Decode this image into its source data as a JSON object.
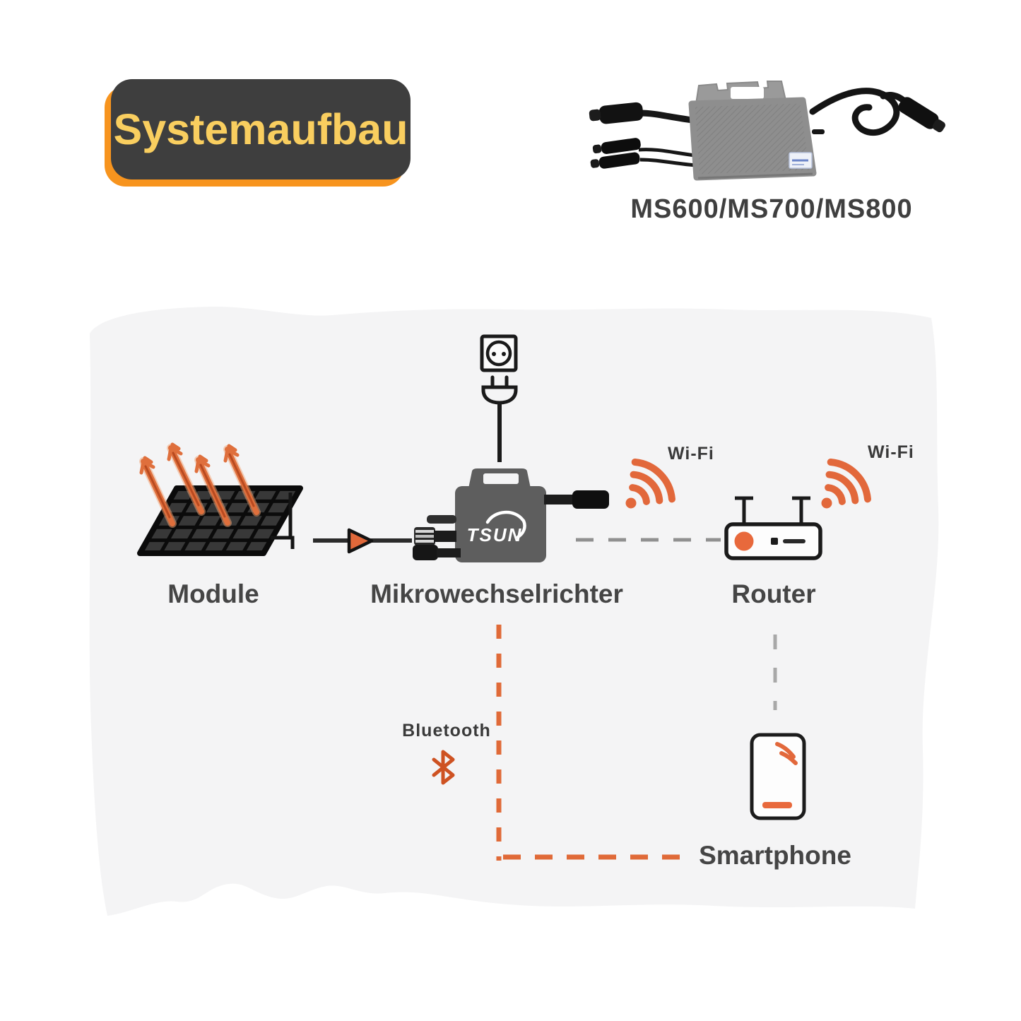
{
  "title": {
    "text": "Systemaufbau"
  },
  "product": {
    "model_label": "MS600/MS700/MS800"
  },
  "diagram": {
    "nodes": {
      "module": {
        "label": "Module"
      },
      "inverter": {
        "label": "Mikrowechselrichter",
        "logo_text": "TSUN"
      },
      "router": {
        "label": "Router"
      },
      "smartphone": {
        "label": "Smartphone"
      }
    },
    "connections": {
      "inverter_router_wifi_label": "Wi-Fi",
      "router_wifi_label": "Wi-Fi",
      "bluetooth_label": "Bluetooth"
    },
    "icons": {
      "power_outlet": "schuko-socket-icon",
      "power_plug": "two-prong-plug-icon",
      "wifi": "wifi-arcs-icon",
      "bluetooth": "bluetooth-rune-icon",
      "flow_arrow": "right-triangle-arrow-icon",
      "energy": "orange-energy-arrows-icon"
    }
  },
  "colors": {
    "accent_orange": "#F7941E",
    "signal_orange": "#E2683B",
    "badge_background": "#3E3E3E",
    "title_text": "#F9CE5F",
    "label_text": "#454545",
    "dashed_gray": "#909090",
    "diagram_background": "#F4F4F5"
  }
}
